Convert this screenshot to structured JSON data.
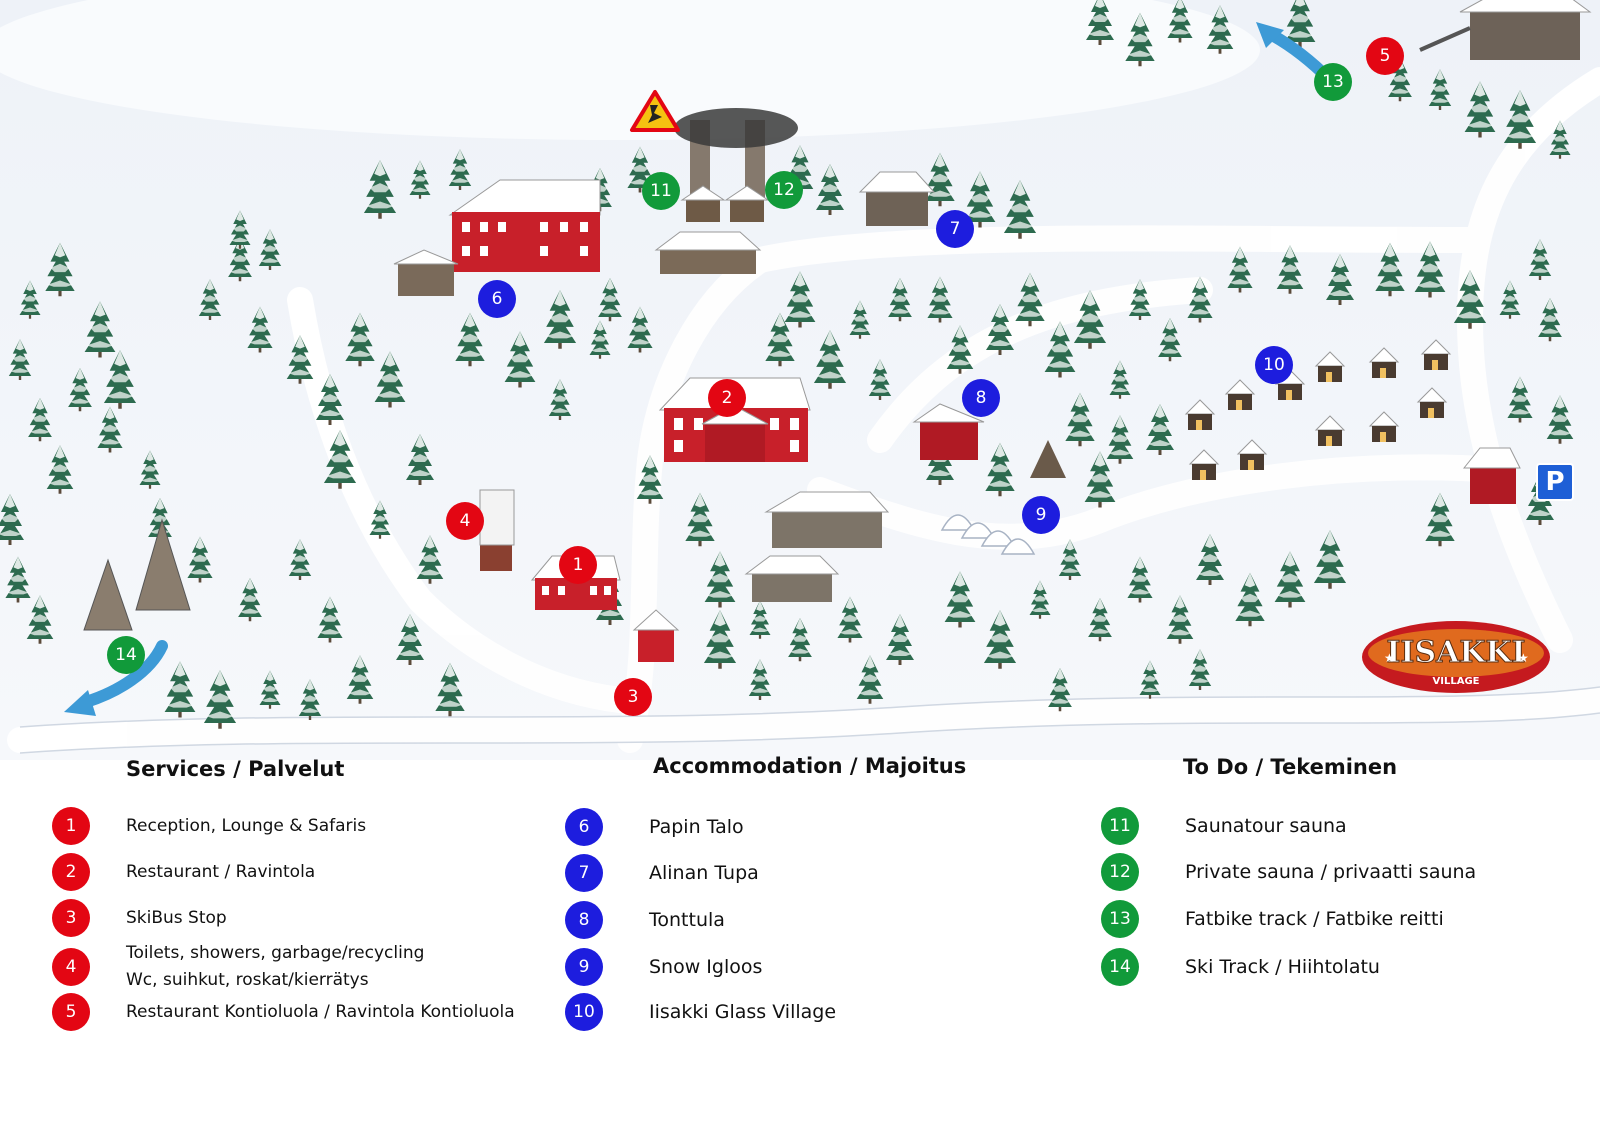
{
  "colors": {
    "services": "#e30613",
    "accommodation": "#1d1dde",
    "todo": "#119a3a",
    "parking": "#1e5fd6",
    "arrow": "#3d9ad6"
  },
  "map": {
    "badges": [
      {
        "n": "1",
        "group": "services"
      },
      {
        "n": "2",
        "group": "services"
      },
      {
        "n": "3",
        "group": "services"
      },
      {
        "n": "4",
        "group": "services"
      },
      {
        "n": "5",
        "group": "services"
      },
      {
        "n": "6",
        "group": "accommodation"
      },
      {
        "n": "7",
        "group": "accommodation"
      },
      {
        "n": "8",
        "group": "accommodation"
      },
      {
        "n": "9",
        "group": "accommodation"
      },
      {
        "n": "10",
        "group": "accommodation"
      },
      {
        "n": "11",
        "group": "todo"
      },
      {
        "n": "12",
        "group": "todo"
      },
      {
        "n": "13",
        "group": "todo"
      },
      {
        "n": "14",
        "group": "todo"
      }
    ],
    "parking_label": "P",
    "logo_text": "IISAKKI",
    "logo_sub": "VILLAGE",
    "warning_icon": "warning-triangle-icon"
  },
  "legend": {
    "services": {
      "title": "Services / Palvelut",
      "items": [
        {
          "n": "1",
          "label": "Reception, Lounge & Safaris"
        },
        {
          "n": "2",
          "label": "Restaurant / Ravintola"
        },
        {
          "n": "3",
          "label": "SkiBus Stop"
        },
        {
          "n": "4",
          "label": "Toilets, showers, garbage/recycling",
          "label2": "Wc, suihkut, roskat/kierrätys"
        },
        {
          "n": "5",
          "label": "Restaurant Kontioluola / Ravintola Kontioluola"
        }
      ]
    },
    "accommodation": {
      "title": "Accommodation / Majoitus",
      "items": [
        {
          "n": "6",
          "label": "Papin Talo"
        },
        {
          "n": "7",
          "label": "Alinan Tupa"
        },
        {
          "n": "8",
          "label": "Tonttula"
        },
        {
          "n": "9",
          "label": "Snow Igloos"
        },
        {
          "n": "10",
          "label": "Iisakki Glass Village"
        }
      ]
    },
    "todo": {
      "title": "To Do / Tekeminen",
      "items": [
        {
          "n": "11",
          "label": "Saunatour sauna"
        },
        {
          "n": "12",
          "label": "Private sauna / privaatti sauna"
        },
        {
          "n": "13",
          "label": "Fatbike track / Fatbike reitti"
        },
        {
          "n": "14",
          "label": "Ski Track / Hiihtolatu"
        }
      ]
    }
  }
}
